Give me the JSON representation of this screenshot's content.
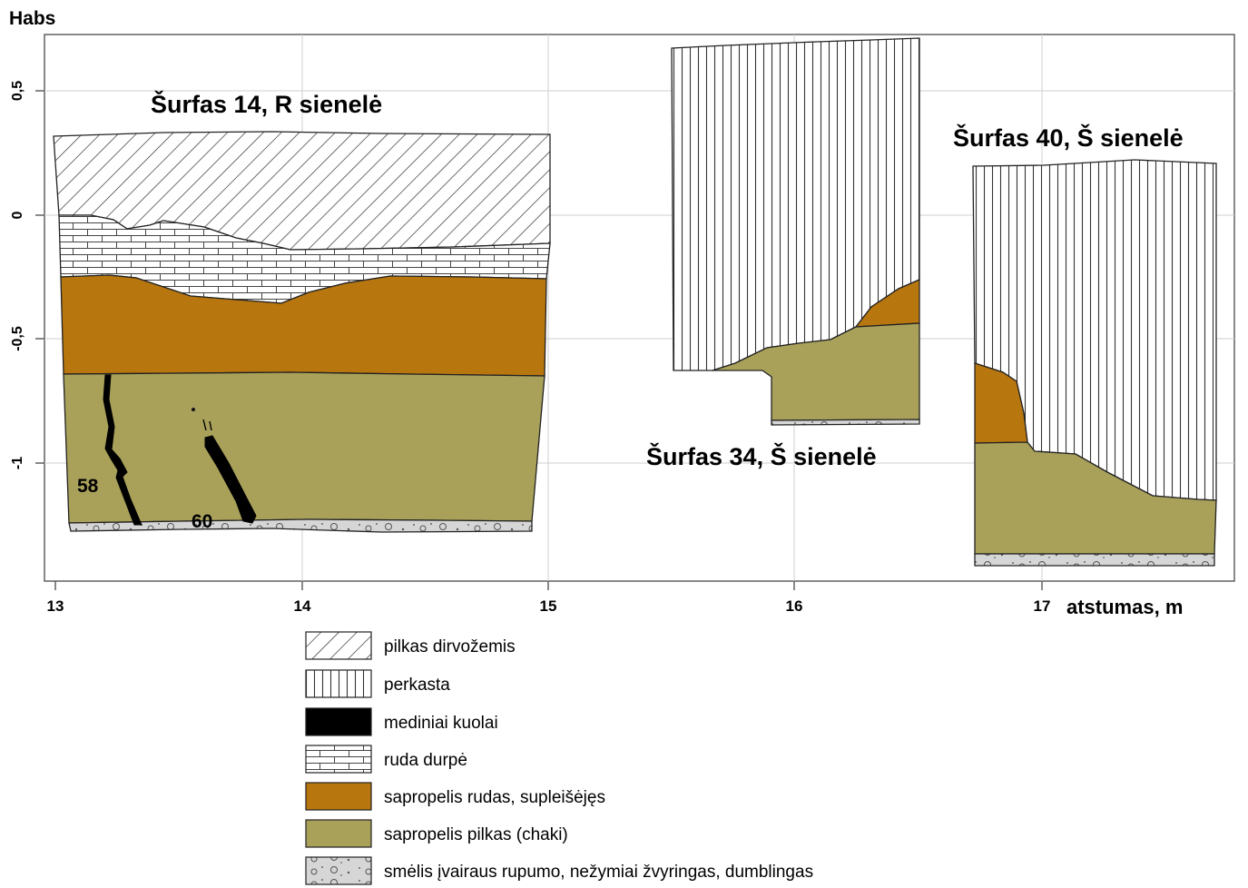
{
  "axis": {
    "y_label": "Habs",
    "x_label": "atstumas, m",
    "x_ticks": [
      "13",
      "14",
      "15",
      "16",
      "17"
    ],
    "y_ticks": [
      "0,5",
      "0",
      "-0,5",
      "-1"
    ]
  },
  "profiles": {
    "s14": {
      "title": "Šurfas 14, R sienelė"
    },
    "s34": {
      "title": "Šurfas 34, Š sienelė"
    },
    "s40": {
      "title": "Šurfas 40, Š sienelė"
    }
  },
  "annotations": {
    "a58": "58",
    "a60": "60"
  },
  "legend": [
    {
      "pattern": "diag",
      "label": "pilkas dirvožemis"
    },
    {
      "pattern": "vert",
      "label": "perkasta"
    },
    {
      "pattern": "black",
      "label": "mediniai kuolai"
    },
    {
      "pattern": "brick",
      "label": "ruda durpė"
    },
    {
      "pattern": "brown",
      "label": "sapropelis rudas, supleišėjęs"
    },
    {
      "pattern": "olive",
      "label": "sapropelis pilkas (chaki)"
    },
    {
      "pattern": "sand",
      "label": "smėlis įvairaus rupumo, nežymiai žvyringas, dumblingas"
    }
  ],
  "colors": {
    "brown": "#b8760f",
    "olive": "#a9a15a",
    "sand": "#d4d4d4"
  }
}
